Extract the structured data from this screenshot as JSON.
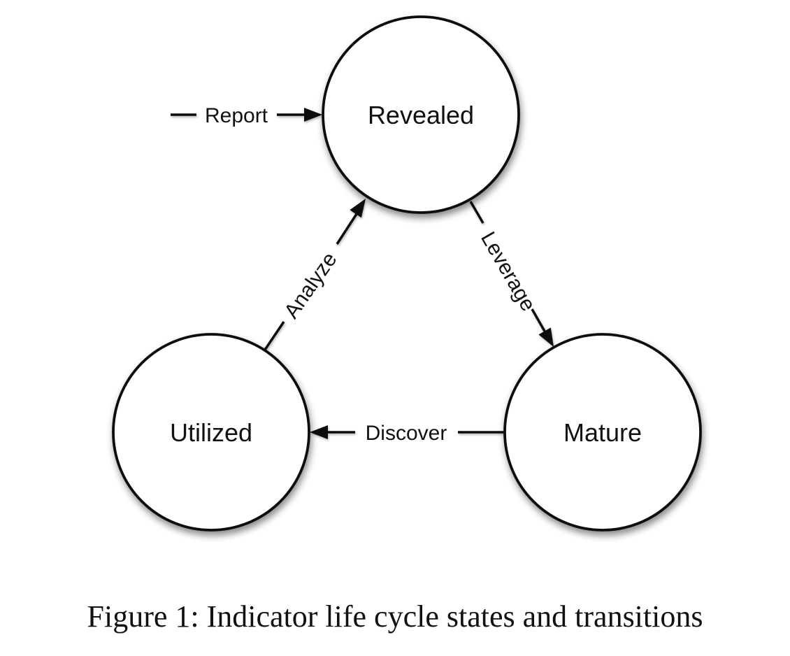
{
  "diagram": {
    "title_hint": "Indicator life cycle state diagram",
    "colors": {
      "background": "#ffffff",
      "node_fill": "#ffffff",
      "stroke": "#111111",
      "text": "#111111"
    },
    "nodes": [
      {
        "id": "revealed",
        "label": "Revealed"
      },
      {
        "id": "utilized",
        "label": "Utilized"
      },
      {
        "id": "mature",
        "label": "Mature"
      }
    ],
    "edges": [
      {
        "id": "report",
        "label": "Report",
        "from": "",
        "to": "revealed"
      },
      {
        "id": "analyze",
        "label": "Analyze",
        "from": "utilized",
        "to": "revealed"
      },
      {
        "id": "leverage",
        "label": "Leverage",
        "from": "revealed",
        "to": "mature"
      },
      {
        "id": "discover",
        "label": "Discover",
        "from": "mature",
        "to": "utilized"
      }
    ]
  },
  "caption": {
    "text": "Figure 1: Indicator life cycle states and transitions"
  }
}
